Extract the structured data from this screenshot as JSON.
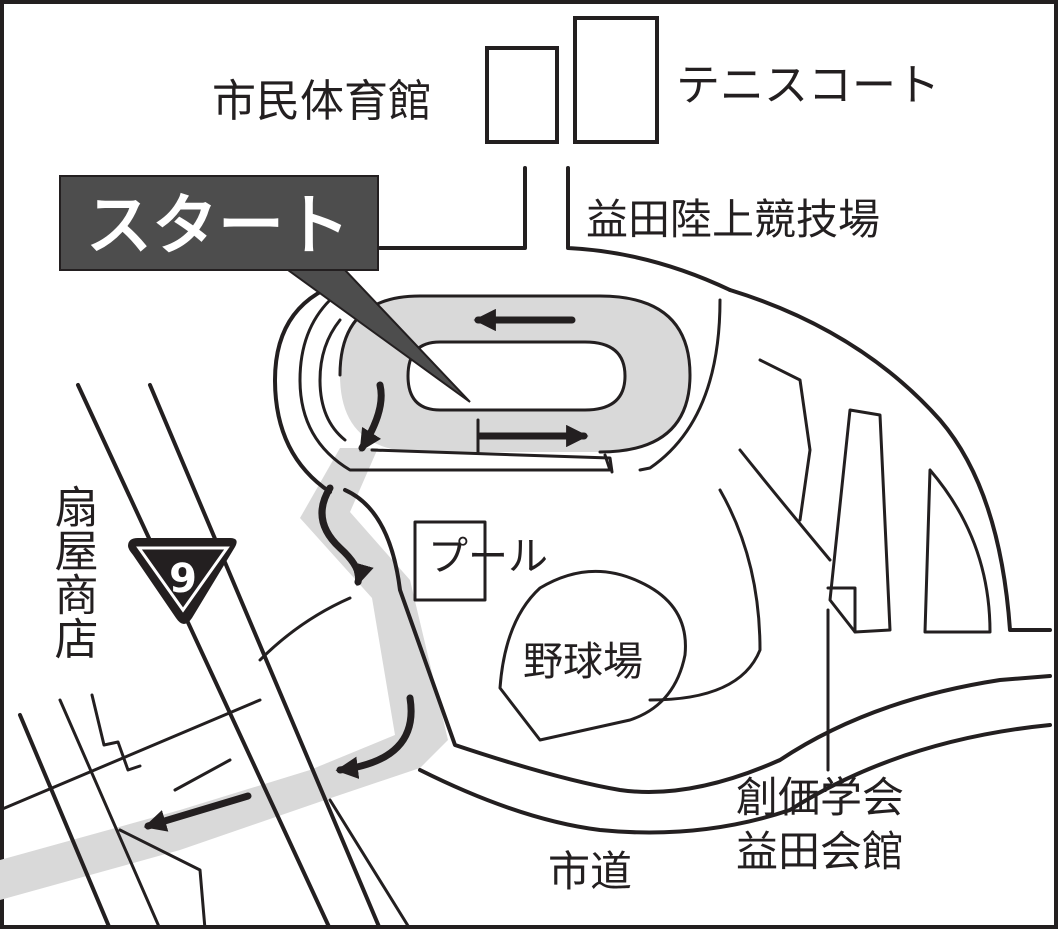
{
  "labels": {
    "gym": "市民体育館",
    "tennis": "テニスコート",
    "stadium": "益田陸上競技場",
    "start": "スタート",
    "pool": "プール",
    "baseball": "野球場",
    "shop": "扇屋商店",
    "hall_line1": "創価学会",
    "hall_line2": "益田会館",
    "city_road": "市道",
    "route_number": "9"
  },
  "colors": {
    "ink": "#231f20",
    "route_highlight": "#d9d9d9",
    "start_box": "#4d4d4d",
    "start_text": "#ffffff",
    "background": "#ffffff"
  }
}
